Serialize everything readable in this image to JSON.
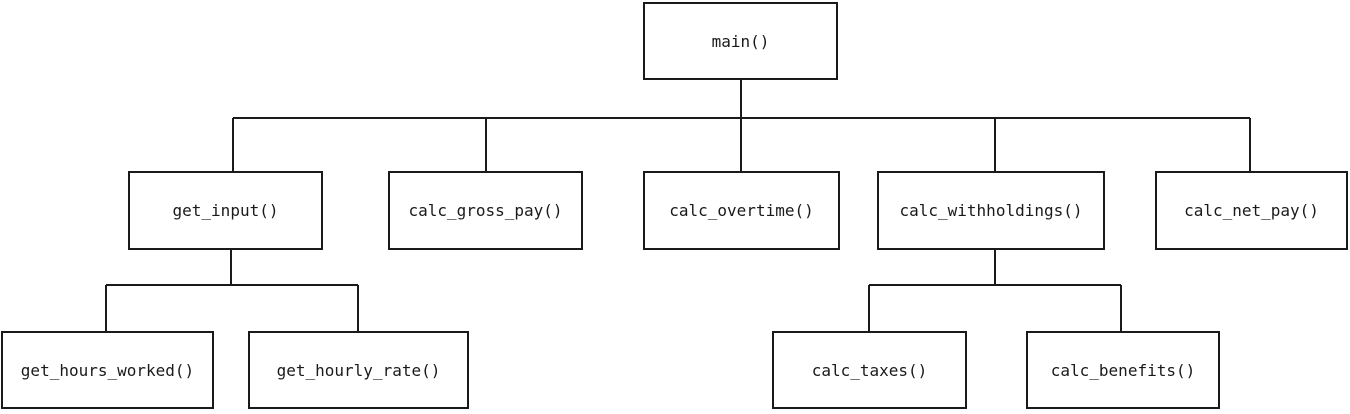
{
  "diagram": {
    "nodes": {
      "main": "main()",
      "get_input": "get_input()",
      "calc_gross_pay": "calc_gross_pay()",
      "calc_overtime": "calc_overtime()",
      "calc_withholdings": "calc_withholdings()",
      "calc_net_pay": "calc_net_pay()",
      "get_hours_worked": "get_hours_worked()",
      "get_hourly_rate": "get_hourly_rate()",
      "calc_taxes": "calc_taxes()",
      "calc_benefits": "calc_benefits()"
    },
    "edges": [
      {
        "from": "main",
        "to": "get_input"
      },
      {
        "from": "main",
        "to": "calc_gross_pay"
      },
      {
        "from": "main",
        "to": "calc_overtime"
      },
      {
        "from": "main",
        "to": "calc_withholdings"
      },
      {
        "from": "main",
        "to": "calc_net_pay"
      },
      {
        "from": "get_input",
        "to": "get_hours_worked"
      },
      {
        "from": "get_input",
        "to": "get_hourly_rate"
      },
      {
        "from": "calc_withholdings",
        "to": "calc_taxes"
      },
      {
        "from": "calc_withholdings",
        "to": "calc_benefits"
      }
    ]
  }
}
